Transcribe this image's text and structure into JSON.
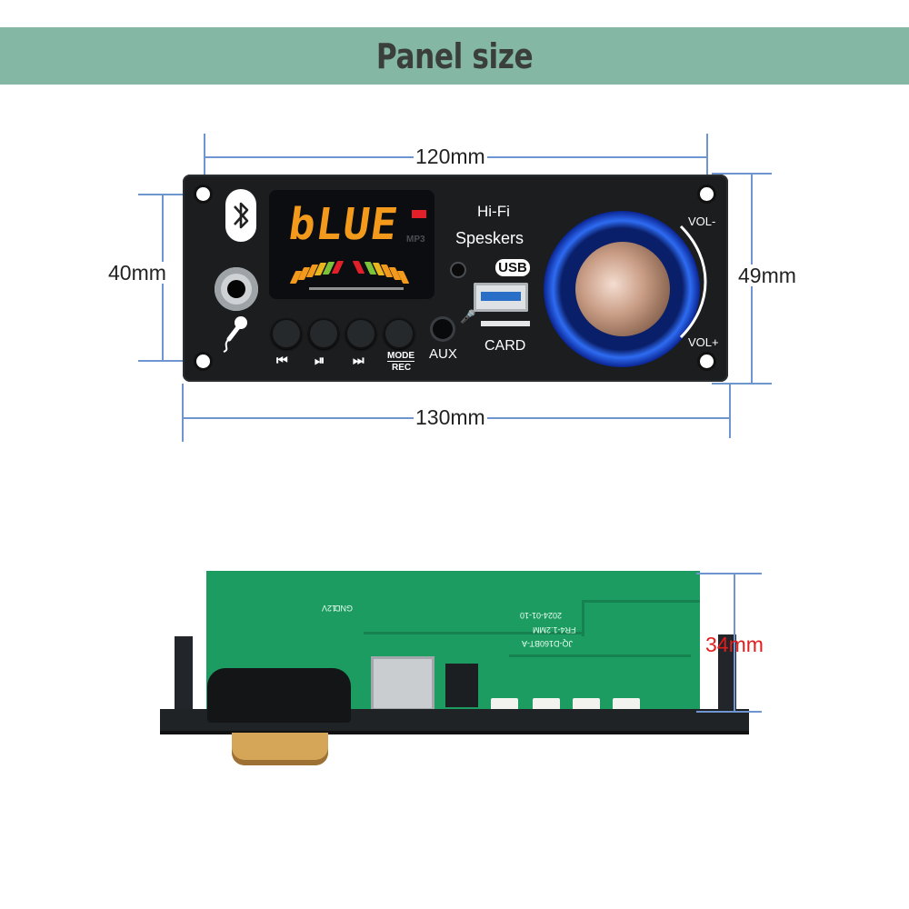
{
  "banner": {
    "title": "Panel size",
    "color": "#84b8a5"
  },
  "dimensions": {
    "top_width": "120mm",
    "bottom_width": "130mm",
    "left_height": "40mm",
    "right_height": "49mm",
    "depth": "34mm",
    "line_color": "#6f95d0",
    "depth_color": "#e21d1d"
  },
  "panel": {
    "display_text": "bLUE",
    "display_color": "#f39a1c",
    "display_mode": "MP3",
    "label_hifi": "Hi-Fi",
    "label_speakers": "Speskers",
    "label_usb": "USB",
    "label_card": "CARD",
    "label_aux": "AUX",
    "label_vol_minus": "VOL-",
    "label_vol_plus": "VOL+",
    "label_mode": "MODE",
    "label_rec": "REC",
    "icons": [
      "bluetooth-icon",
      "microphone-icon",
      "previous-track-icon",
      "play-pause-icon",
      "next-track-icon"
    ],
    "knob_ring_color": "#2e6cf2"
  },
  "board": {
    "silkscreen": [
      "GND",
      "12V",
      "2024-01-10",
      "FR4-1.2MM",
      "JQ-D160BT-A"
    ]
  }
}
